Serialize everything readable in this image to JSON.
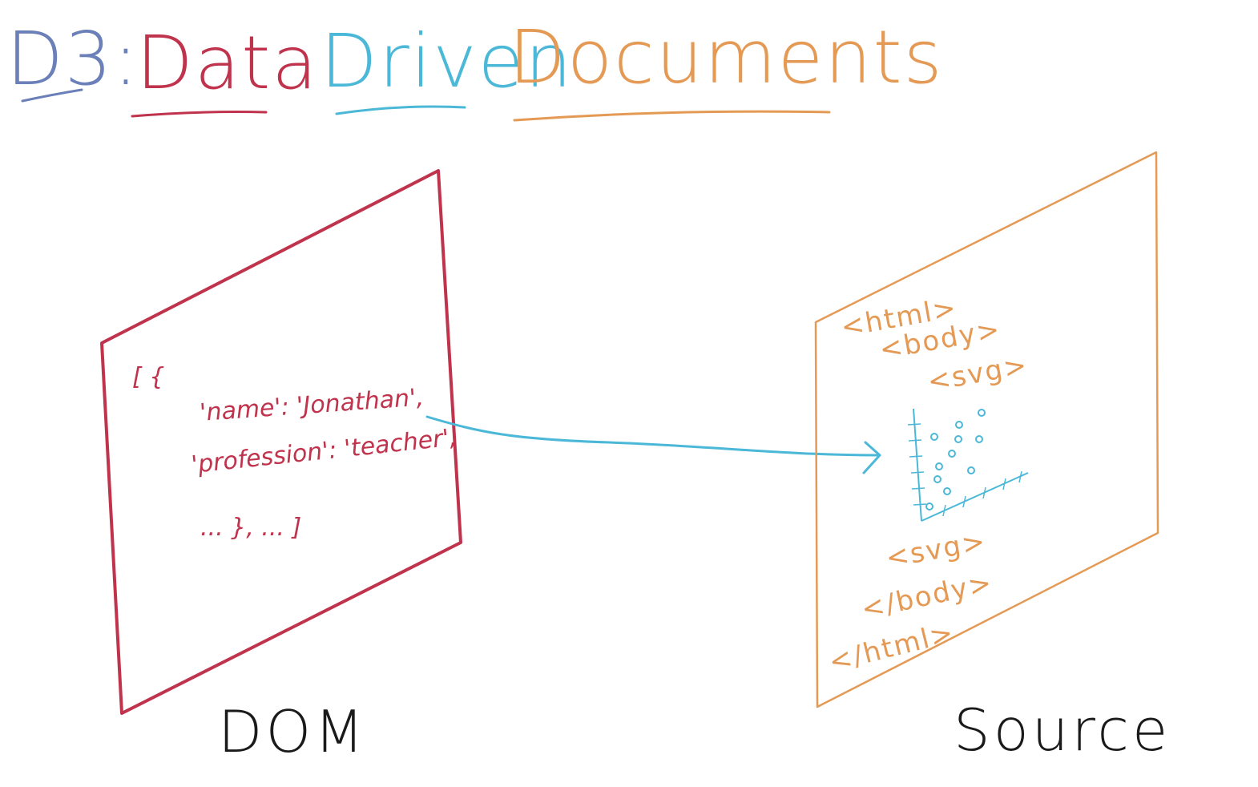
{
  "title": {
    "prefix": "D3:",
    "words": [
      "Data",
      "Driven",
      "Documents"
    ]
  },
  "dom_panel": {
    "lines": [
      "[ {",
      "'name': 'Jonathan',",
      "'profession': 'teacher',",
      "... }, ... ]"
    ],
    "caption": "DOM"
  },
  "source_panel": {
    "tags": [
      "<html>",
      "<body>",
      "<svg>",
      "<svg>",
      "</body>",
      "</html>"
    ],
    "caption": "Source"
  },
  "colors": {
    "prefix": "#6b7fb8",
    "data": "#c0334d",
    "driven": "#4cb8d8",
    "documents": "#e49a55",
    "ink": "#1a1a1a"
  },
  "icons": [
    "arrow-icon",
    "scatter-plot-icon"
  ]
}
